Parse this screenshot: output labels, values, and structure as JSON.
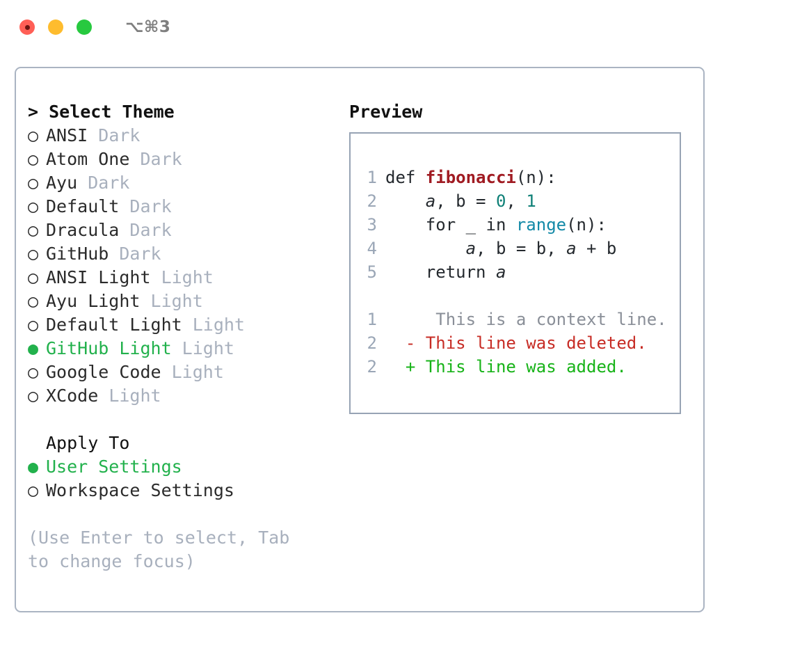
{
  "window": {
    "shortcut": "⌥⌘3",
    "traffic_lights": [
      {
        "name": "close",
        "color": "#ff5f56"
      },
      {
        "name": "minimize",
        "color": "#febc2e"
      },
      {
        "name": "maximize",
        "color": "#27c93f"
      }
    ]
  },
  "theme_picker": {
    "heading": "> Select Theme",
    "selected": "GitHub Light",
    "items": [
      {
        "marker": "○",
        "name": "ANSI",
        "tag": "Dark",
        "selected": false
      },
      {
        "marker": "○",
        "name": "Atom One",
        "tag": "Dark",
        "selected": false
      },
      {
        "marker": "○",
        "name": "Ayu",
        "tag": "Dark",
        "selected": false
      },
      {
        "marker": "○",
        "name": "Default",
        "tag": "Dark",
        "selected": false
      },
      {
        "marker": "○",
        "name": "Dracula",
        "tag": "Dark",
        "selected": false
      },
      {
        "marker": "○",
        "name": "GitHub",
        "tag": "Dark",
        "selected": false
      },
      {
        "marker": "○",
        "name": "ANSI Light",
        "tag": "Light",
        "selected": false
      },
      {
        "marker": "○",
        "name": "Ayu Light",
        "tag": "Light",
        "selected": false
      },
      {
        "marker": "○",
        "name": "Default Light",
        "tag": "Light",
        "selected": false
      },
      {
        "marker": "●",
        "name": "GitHub Light",
        "tag": "Light",
        "selected": true
      },
      {
        "marker": "○",
        "name": "Google Code",
        "tag": "Light",
        "selected": false
      },
      {
        "marker": "○",
        "name": "XCode",
        "tag": "Light",
        "selected": false
      }
    ]
  },
  "apply_to": {
    "heading": "Apply To",
    "selected": "User Settings",
    "options": [
      {
        "marker": "●",
        "label": "User Settings",
        "selected": true
      },
      {
        "marker": "○",
        "label": "Workspace Settings",
        "selected": false
      }
    ]
  },
  "hint": "(Use Enter to select, Tab to change focus)",
  "preview": {
    "heading": "Preview",
    "code_lines": [
      {
        "num": "1",
        "tokens": [
          {
            "t": "def ",
            "c": "kw"
          },
          {
            "t": "fibonacci",
            "c": "fn"
          },
          {
            "t": "(n):",
            "c": "kw"
          }
        ]
      },
      {
        "num": "2",
        "tokens": [
          {
            "t": "    ",
            "c": "kw"
          },
          {
            "t": "a",
            "c": "var"
          },
          {
            "t": ", ",
            "c": "kw"
          },
          {
            "t": "b",
            "c": "kw"
          },
          {
            "t": " = ",
            "c": "kw"
          },
          {
            "t": "0",
            "c": "num"
          },
          {
            "t": ", ",
            "c": "kw"
          },
          {
            "t": "1",
            "c": "num"
          }
        ]
      },
      {
        "num": "3",
        "tokens": [
          {
            "t": "    for _ in ",
            "c": "kw"
          },
          {
            "t": "range",
            "c": "bi"
          },
          {
            "t": "(n):",
            "c": "kw"
          }
        ]
      },
      {
        "num": "4",
        "tokens": [
          {
            "t": "        ",
            "c": "kw"
          },
          {
            "t": "a",
            "c": "var"
          },
          {
            "t": ", b = b, ",
            "c": "kw"
          },
          {
            "t": "a",
            "c": "var"
          },
          {
            "t": " + b",
            "c": "kw"
          }
        ]
      },
      {
        "num": "5",
        "tokens": [
          {
            "t": "    return ",
            "c": "kw"
          },
          {
            "t": "a",
            "c": "var"
          }
        ]
      }
    ],
    "diff_lines": [
      {
        "num": "1",
        "marker": " ",
        "text": "  This is a context line.",
        "kind": "ctx"
      },
      {
        "num": "2",
        "marker": "-",
        "text": " This line was deleted.",
        "kind": "del"
      },
      {
        "num": "2",
        "marker": "+",
        "text": " This line was added.",
        "kind": "add"
      }
    ]
  },
  "colors": {
    "accent_green": "#22b14c",
    "diff_add": "#17b318",
    "diff_del": "#c72c25",
    "muted": "#a8b0bd",
    "border": "#aab4c2",
    "code_border": "#97a3b4",
    "function": "#a01b22",
    "builtin": "#1289a7",
    "number": "#0f8077"
  }
}
